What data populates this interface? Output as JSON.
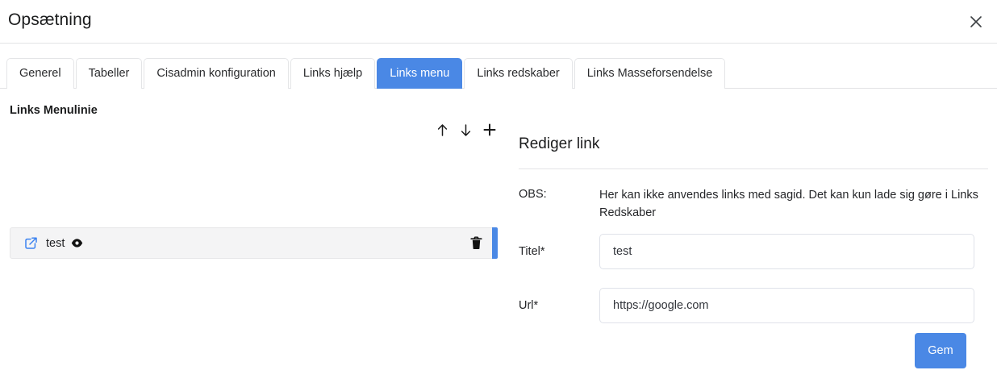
{
  "header": {
    "title": "Opsætning",
    "close_icon": "close-icon"
  },
  "tabs": [
    {
      "label": "Generel",
      "active": false
    },
    {
      "label": "Tabeller",
      "active": false
    },
    {
      "label": "Cisadmin konfiguration",
      "active": false
    },
    {
      "label": "Links hjælp",
      "active": false
    },
    {
      "label": "Links menu",
      "active": true
    },
    {
      "label": "Links redskaber",
      "active": false
    },
    {
      "label": "Links Masseforsendelse",
      "active": false
    }
  ],
  "left_pane": {
    "section_label": "Links Menulinie",
    "actions": [
      {
        "name": "move-up-button",
        "icon": "arrow-up-icon"
      },
      {
        "name": "move-down-button",
        "icon": "arrow-down-icon"
      },
      {
        "name": "add-button",
        "icon": "plus-icon"
      }
    ],
    "rows": [
      {
        "title": "test",
        "link_icon": "external-link-icon",
        "visibility_icon": "eye-icon",
        "delete_icon": "trash-icon",
        "selected": true
      }
    ]
  },
  "right_pane": {
    "panel_title": "Rediger link",
    "note_label": "OBS:",
    "note_text": "Her kan ikke anvendes links med sagid. Det kan kun lade sig gøre i Links Redskaber",
    "fields": [
      {
        "label": "Titel*",
        "value": "test",
        "placeholder": ""
      },
      {
        "label": "Url*",
        "value": "https://google.com",
        "placeholder": ""
      }
    ],
    "save_label": "Gem"
  },
  "colors": {
    "accent_blue": "#4a88e5",
    "row_background": "#f4f4f5",
    "border": "#e2e3e5",
    "text": "#202124"
  }
}
